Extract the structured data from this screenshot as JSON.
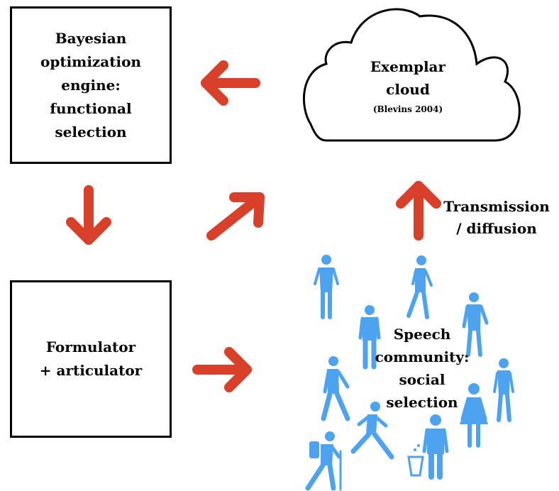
{
  "nodes": {
    "bayes": "Bayesian\noptimization\nengine:\nfunctional\nselection",
    "formulator": "Formulator\n+ articulator",
    "cloud_title": "Exemplar\ncloud",
    "cloud_citation": "(Blevins 2004)",
    "transmission": "Transmission\n/ diffusion",
    "community": "Speech\ncommunity:\nsocial\nselection"
  },
  "colors": {
    "arrow": "#d9402a",
    "people": "#4da3f0",
    "outline": "#000000"
  },
  "icons": [
    "woman-standing-icon",
    "woman-walking-icon",
    "man-standing-icon",
    "worker-icon",
    "man-walking-icon",
    "worker-with-tools-icon",
    "woman-dress-icon",
    "man-recycling-icon",
    "runner-icon",
    "hiker-icon"
  ]
}
